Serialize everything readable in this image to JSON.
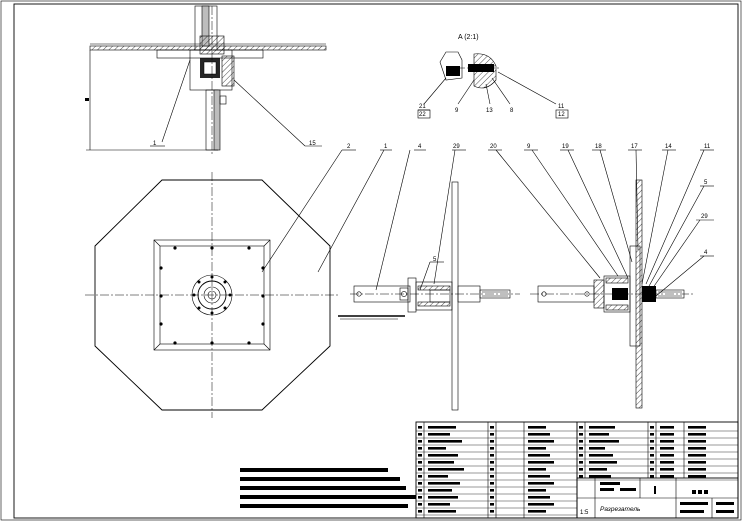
{
  "drawing": {
    "detail_label": "A (2:1)",
    "scale": "1:5",
    "title": "Разрезатель"
  },
  "leaders": [
    "1",
    "2",
    "4",
    "5",
    "6",
    "8",
    "9",
    "11",
    "12",
    "13",
    "14",
    "15",
    "17",
    "18",
    "19",
    "20",
    "21",
    "22",
    "29"
  ],
  "colors": {
    "ink": "#000000",
    "paper": "#ffffff"
  }
}
